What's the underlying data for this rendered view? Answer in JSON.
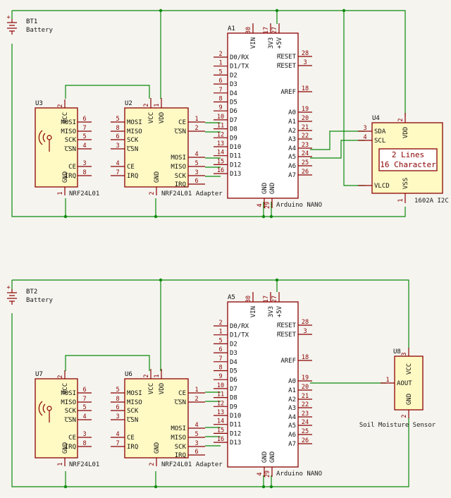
{
  "colors": {
    "wire": "#0b8a0b",
    "symbol": "#8b0000",
    "fill": "#fff9c4",
    "background": "#f5f4ef"
  },
  "bt1": {
    "ref": "BT1",
    "value": "Battery"
  },
  "bt2": {
    "ref": "BT2",
    "value": "Battery"
  },
  "u3": {
    "ref": "U3",
    "value": "NRF24L01"
  },
  "u7": {
    "ref": "U7",
    "value": "NRF24L01"
  },
  "u2": {
    "ref": "U2",
    "value": "NRF24L01 Adapter"
  },
  "u6": {
    "ref": "U6",
    "value": "NRF24L01 Adapter"
  },
  "a1": {
    "ref": "A1",
    "value": "Arduino NANO"
  },
  "a5": {
    "ref": "A5",
    "value": "Arduino NANO"
  },
  "u4": {
    "ref": "U4",
    "value": "1602A I2C",
    "line1": "2 Lines",
    "line2": "16 Character"
  },
  "u8": {
    "ref": "U8",
    "value": "Soil Moisture Sensor"
  },
  "nrf_module": {
    "pins": [
      {
        "name": "VCC",
        "num": "2"
      },
      {
        "name": "GND",
        "num": "1"
      },
      {
        "name": "MOSI",
        "num": "6"
      },
      {
        "name": "MISO",
        "num": "7"
      },
      {
        "name": "SCK",
        "num": "5"
      },
      {
        "name": "CSN",
        "num": "4"
      },
      {
        "name": "CE",
        "num": "3"
      },
      {
        "name": "IRQ",
        "num": "8"
      }
    ]
  },
  "nrf_adapter": {
    "pins": [
      {
        "name": "VCC",
        "num": "2"
      },
      {
        "name": "VDD",
        "num": "1"
      },
      {
        "name": "GND",
        "num": "2"
      },
      {
        "name": "MOSI",
        "num": "5"
      },
      {
        "name": "MISO",
        "num": "8"
      },
      {
        "name": "SCK",
        "num": "6"
      },
      {
        "name": "CSN",
        "num": "3"
      },
      {
        "name": "CE",
        "num": "4"
      },
      {
        "name": "IRQ",
        "num": "7"
      },
      {
        "name": "CE",
        "num": "1"
      },
      {
        "name": "CSN",
        "num": "2"
      },
      {
        "name": "MOSI",
        "num": "4"
      },
      {
        "name": "MISO",
        "num": "5"
      },
      {
        "name": "SCK",
        "num": "3"
      },
      {
        "name": "IRQ",
        "num": "6"
      }
    ]
  },
  "nano": {
    "top_pins": [
      {
        "name": "VIN",
        "num": "30"
      },
      {
        "name": "3V3",
        "num": "17"
      },
      {
        "name": "+5V",
        "num": "27"
      }
    ],
    "bottom_pins": [
      {
        "name": "GND",
        "num": "4"
      },
      {
        "name": "GND",
        "num": "29"
      }
    ],
    "left_pins": [
      {
        "name": "D0/RX",
        "num": "2"
      },
      {
        "name": "D1/TX",
        "num": "1"
      },
      {
        "name": "D2",
        "num": "5"
      },
      {
        "name": "D3",
        "num": "6"
      },
      {
        "name": "D4",
        "num": "7"
      },
      {
        "name": "D5",
        "num": "8"
      },
      {
        "name": "D6",
        "num": "9"
      },
      {
        "name": "D7",
        "num": "10"
      },
      {
        "name": "D8",
        "num": "11"
      },
      {
        "name": "D9",
        "num": "12"
      },
      {
        "name": "D10",
        "num": "13"
      },
      {
        "name": "D11",
        "num": "14"
      },
      {
        "name": "D12",
        "num": "15"
      },
      {
        "name": "D13",
        "num": "16"
      }
    ],
    "right_pins": [
      {
        "name": "RESET",
        "num": "28"
      },
      {
        "name": "RESET",
        "num": "3"
      },
      {
        "name": "AREF",
        "num": "18"
      },
      {
        "name": "A0",
        "num": "19"
      },
      {
        "name": "A1",
        "num": "20"
      },
      {
        "name": "A2",
        "num": "21"
      },
      {
        "name": "A3",
        "num": "22"
      },
      {
        "name": "A4",
        "num": "23"
      },
      {
        "name": "A5",
        "num": "24"
      },
      {
        "name": "A6",
        "num": "25"
      },
      {
        "name": "A7",
        "num": "26"
      }
    ]
  },
  "lcd": {
    "pins": [
      {
        "name": "SDA",
        "num": "3"
      },
      {
        "name": "SCL",
        "num": "4"
      },
      {
        "name": "VLCD",
        "num": ""
      },
      {
        "name": "VDD",
        "num": "2"
      },
      {
        "name": "VSS",
        "num": "1"
      }
    ]
  },
  "soil": {
    "pins": [
      {
        "name": "AOUT",
        "num": "1"
      },
      {
        "name": "VCC",
        "num": "3"
      },
      {
        "name": "GND",
        "num": "2"
      }
    ]
  },
  "battery_plus": "+"
}
